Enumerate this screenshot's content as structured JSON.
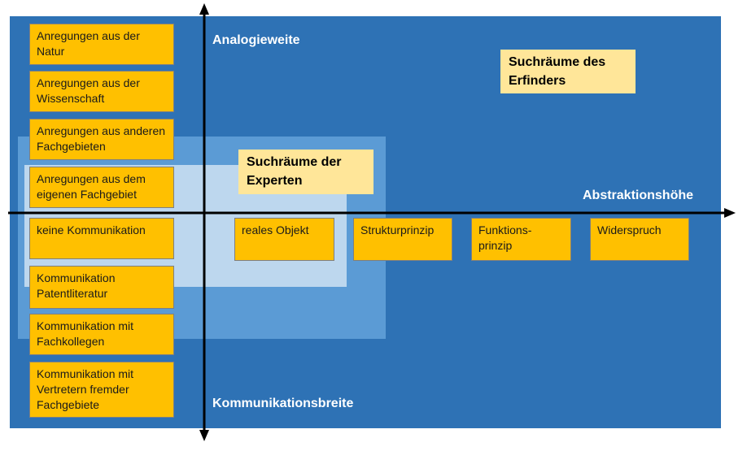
{
  "regions": {
    "inventor_label": "Suchräume des Erfinders",
    "expert_label": "Suchräume der Experten"
  },
  "axes": {
    "vertical_top": "Analogieweite",
    "vertical_bottom": "Kommunikationsbreite",
    "horizontal": "Abstraktionshöhe"
  },
  "analogy_boxes": [
    "Anregungen aus der Natur",
    "Anregungen aus der Wissenschaft",
    "Anregungen aus anderen Fachgebieten",
    "Anregungen aus dem eigenen Fachgebiet"
  ],
  "communication_boxes": [
    "keine Kommunikation",
    "Kommunikation Patentliteratur",
    "Kommunikation mit Fachkollegen",
    "Kommunikation mit Vertretern fremder Fachgebiete"
  ],
  "abstraction_boxes": [
    "reales Objekt",
    "Strukturprinzip",
    "Funktions-prinzip",
    "Widerspruch"
  ],
  "colors": {
    "outer_region": "#2e72b5",
    "expert_region": "#5b9bd5",
    "inner_region": "#bdd7ee",
    "box_fill": "#ffc000",
    "callout_fill": "#ffe699",
    "axis": "#000000"
  }
}
